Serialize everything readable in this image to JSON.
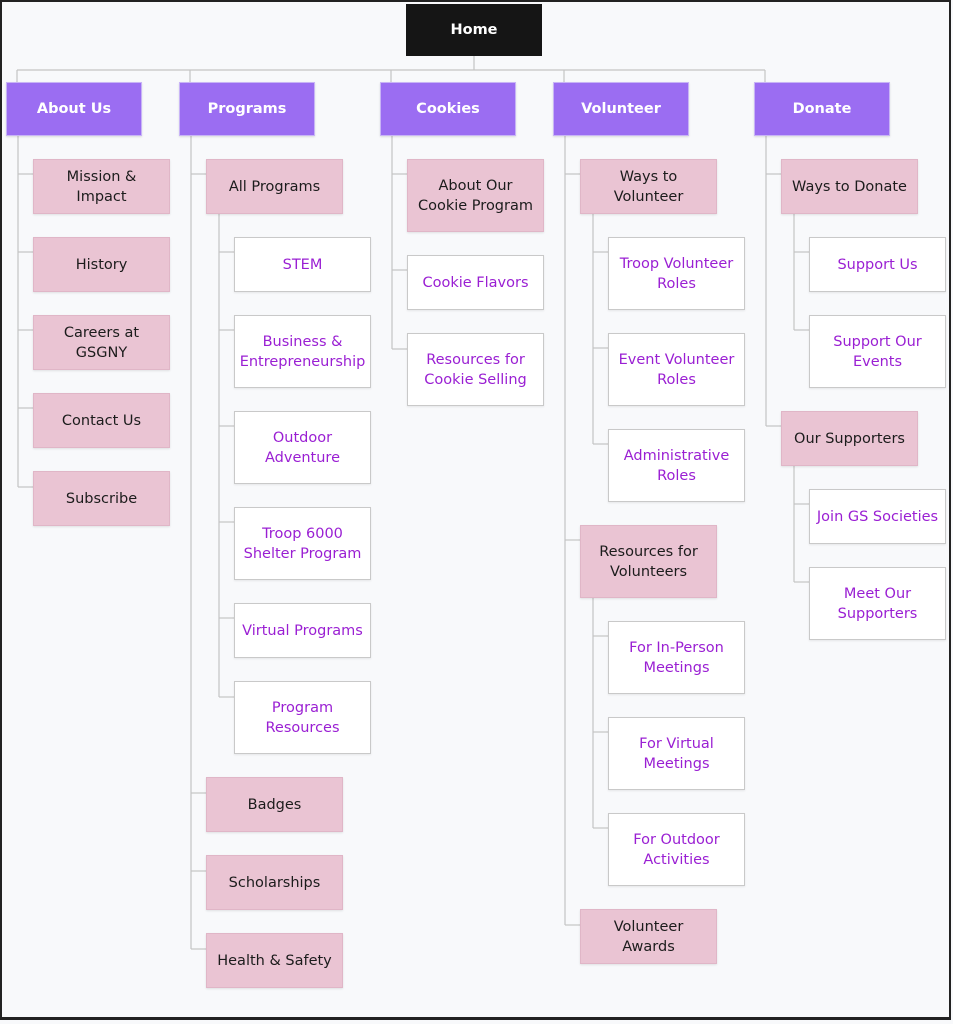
{
  "sitemap": {
    "home": "Home",
    "sections": [
      {
        "label": "About Us",
        "pages": [
          "Mission & Impact",
          "History",
          "Careers at GSGNY",
          "Contact Us",
          "Subscribe"
        ]
      },
      {
        "label": "Programs",
        "pages": [
          "All Programs",
          "Badges",
          "Scholarships",
          "Health & Safety"
        ],
        "all_programs": [
          "STEM",
          "Business & Entrepreneurship",
          "Outdoor Adventure",
          "Troop 6000 Shelter Program",
          "Virtual Programs",
          "Program Resources"
        ]
      },
      {
        "label": "Cookies",
        "pages": [
          "About Our Cookie Program"
        ],
        "cookie_pages": [
          "Cookie Flavors",
          "Resources for Cookie Selling"
        ]
      },
      {
        "label": "Volunteer",
        "pages": [
          "Ways to Volunteer",
          "Resources for Volunteers",
          "Volunteer Awards"
        ],
        "ways": [
          "Troop Volunteer Roles",
          "Event Volunteer Roles",
          "Administrative Roles"
        ],
        "resources": [
          "For In-Person Meetings",
          "For Virtual Meetings",
          "For Outdoor Activities"
        ]
      },
      {
        "label": "Donate",
        "pages": [
          "Ways to Donate",
          "Our Supporters"
        ],
        "ways": [
          "Support Us",
          "Support Our Events"
        ],
        "supporters": [
          "Join GS Societies",
          "Meet Our Supporters"
        ]
      }
    ]
  },
  "colors": {
    "root": "#151515",
    "section": "#9b6df2",
    "subpage": "#eac4d3",
    "leaf_text": "#9a1fd3",
    "connector": "#c4c4c4"
  }
}
